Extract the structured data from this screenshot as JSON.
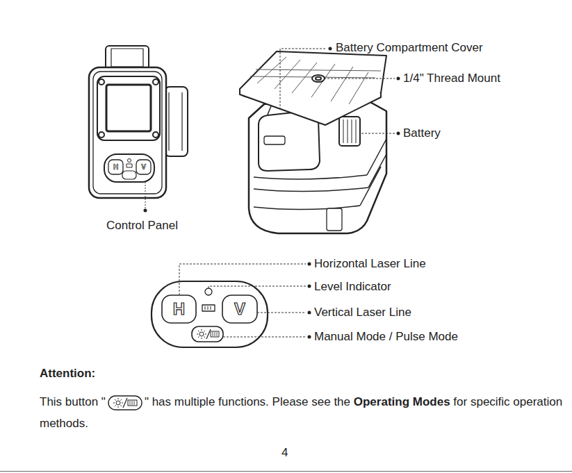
{
  "diagram": {
    "labels": [
      "Battery Compartment Cover",
      "1/4\" Thread Mount",
      "Battery",
      "H",
      "V",
      "Control Panel",
      "Horizontal Laser Line",
      "Level Indicator",
      "Vertical Laser Line",
      "H",
      "V",
      "Manual Mode / Pulse Mode",
      "Attention:",
      "This button \"",
      "\" has multiple functions. Please see the",
      "Operating Modes",
      "for specific operation methods.",
      "4"
    ]
  }
}
